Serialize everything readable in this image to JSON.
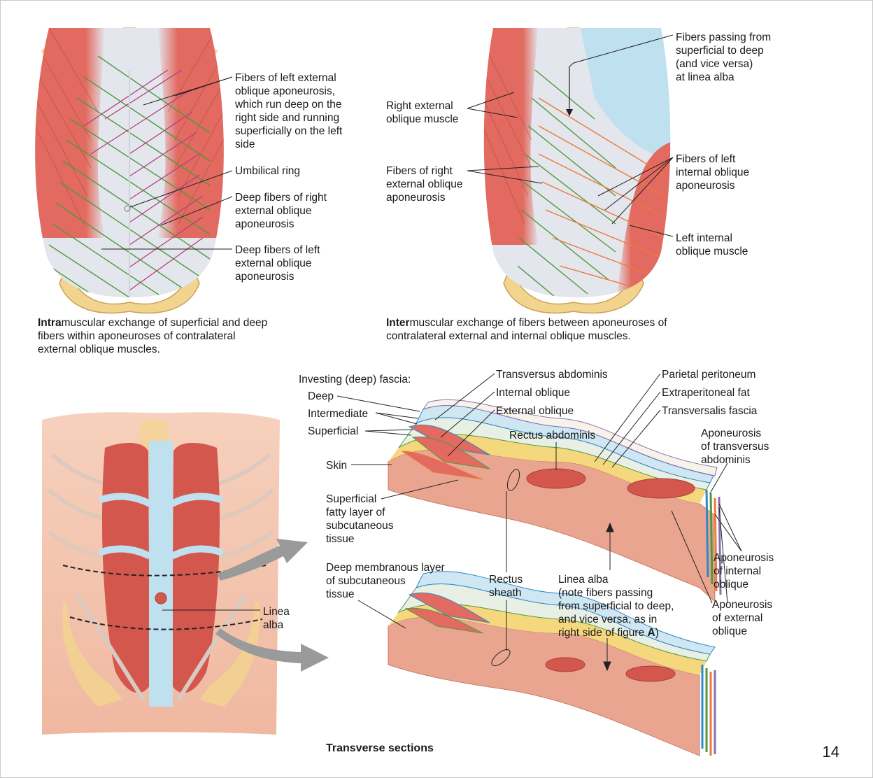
{
  "colors": {
    "muscle": "#e26a60",
    "bone": "#f3d48f",
    "cartilage": "#bfe0ef",
    "aponeurosis": "#e3e6ec",
    "fiber_green": "#4f9a3c",
    "fiber_pink": "#b3407e",
    "fiber_orange": "#ec7a3c",
    "skin": "#f0b79f",
    "fat": "#f5d77e",
    "fascia_blue": "#2e89c9",
    "leader": "#222222"
  },
  "figureA": {
    "labels": {
      "left_ext_fibers": "Fibers of left external\noblique aponeurosis,\nwhich run deep on the\nright side and running\nsuperficially on the left\nside",
      "umbilical_ring": "Umbilical ring",
      "deep_right": "Deep fibers of right\nexternal oblique\naponeurosis",
      "deep_left": "Deep fibers of left\nexternal oblique\naponeurosis"
    },
    "caption_bold": "Intra",
    "caption_rest": "muscular exchange of superficial and deep\nfibers within aponeuroses of contralateral\nexternal oblique muscles."
  },
  "figureB": {
    "labels": {
      "passing": "Fibers passing from\nsuperficial to deep\n(and vice versa)\nat linea alba",
      "right_ext_muscle": "Right external\noblique muscle",
      "right_ext_apo": "Fibers of right\nexternal oblique\naponeurosis",
      "left_int_apo": "Fibers of left\ninternal oblique\naponeurosis",
      "left_int_muscle": "Left internal\noblique muscle"
    },
    "caption_bold": "Inter",
    "caption_rest": "muscular exchange of fibers between aponeuroses of\ncontralateral external and internal oblique muscles."
  },
  "figureC": {
    "labels": {
      "investing": "Investing (deep) fascia:",
      "deep": "Deep",
      "intermediate": "Intermediate",
      "superficial": "Superficial",
      "skin": "Skin",
      "superficial_fatty": "Superficial\nfatty layer of\nsubcutaneous\ntissue",
      "deep_membranous": "Deep membranous layer\nof subcutaneous\ntissue",
      "transversus": "Transversus abdominis",
      "internal_oblique": "Internal oblique",
      "external_oblique": "External oblique",
      "rectus_abdominis": "Rectus abdominis",
      "parietal_peritoneum": "Parietal peritoneum",
      "extraperitoneal_fat": "Extraperitoneal fat",
      "transversalis": "Transversalis fascia",
      "apo_transversus": "Aponeurosis\nof transversus\nabdominis",
      "apo_internal": "Aponeurosis\nof internal\noblique",
      "apo_external": "Aponeurosis\nof external\noblique",
      "rectus_sheath": "Rectus\nsheath",
      "linea_alba_note_1": "Linea alba",
      "linea_alba_note_2": "(note fibers passing\nfrom superficial to deep,\nand vice versa, as in\nright side of figure ",
      "linea_alba_note_A": "A",
      "linea_alba_note_3": ")",
      "linea_alba": "Linea\nalba"
    },
    "title": "Transverse sections"
  },
  "page_number": "14"
}
